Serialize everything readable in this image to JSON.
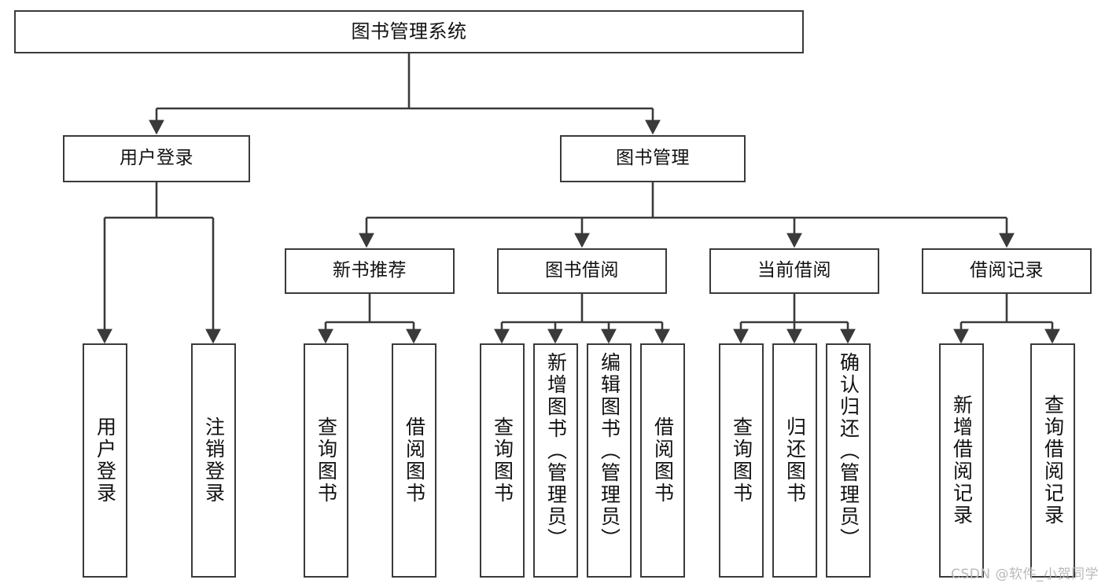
{
  "diagram": {
    "type": "tree-hierarchy",
    "title": "图书管理系统",
    "watermark": "CSDN @软件_小贺同学",
    "colors": {
      "stroke": "#3a3a3a",
      "background": "#ffffff",
      "text": "#111111",
      "watermark": "#b9b9b9"
    },
    "nodes": {
      "root": {
        "label": "图书管理系统",
        "level": 1
      },
      "level2": [
        {
          "id": "user-login",
          "label": "用户登录"
        },
        {
          "id": "book-manage",
          "label": "图书管理"
        }
      ],
      "level3": [
        {
          "id": "new-book-recommend",
          "label": "新书推荐",
          "parent": "book-manage"
        },
        {
          "id": "book-borrow",
          "label": "图书借阅",
          "parent": "book-manage"
        },
        {
          "id": "current-borrow",
          "label": "当前借阅",
          "parent": "book-manage"
        },
        {
          "id": "borrow-record",
          "label": "借阅记录",
          "parent": "book-manage"
        }
      ],
      "leaves": [
        {
          "id": "leaf-user-login",
          "label": "用户登录",
          "parent": "user-login"
        },
        {
          "id": "leaf-logout-login",
          "label": "注销登录",
          "parent": "user-login"
        },
        {
          "id": "leaf-query-book-1",
          "label": "查询图书",
          "parent": "new-book-recommend"
        },
        {
          "id": "leaf-borrow-book-1",
          "label": "借阅图书",
          "parent": "new-book-recommend"
        },
        {
          "id": "leaf-query-book-2",
          "label": "查询图书",
          "parent": "book-borrow"
        },
        {
          "id": "leaf-add-book",
          "label": "新增图书（管理员）",
          "parent": "book-borrow"
        },
        {
          "id": "leaf-edit-book",
          "label": "编辑图书（管理员）",
          "parent": "book-borrow"
        },
        {
          "id": "leaf-borrow-book-2",
          "label": "借阅图书",
          "parent": "book-borrow"
        },
        {
          "id": "leaf-query-book-3",
          "label": "查询图书",
          "parent": "current-borrow"
        },
        {
          "id": "leaf-return-book",
          "label": "归还图书",
          "parent": "current-borrow"
        },
        {
          "id": "leaf-confirm-return",
          "label": "确认归还（管理员）",
          "parent": "current-borrow"
        },
        {
          "id": "leaf-add-record",
          "label": "新增借阅记录",
          "parent": "borrow-record"
        },
        {
          "id": "leaf-query-record",
          "label": "查询借阅记录",
          "parent": "borrow-record"
        }
      ]
    }
  }
}
